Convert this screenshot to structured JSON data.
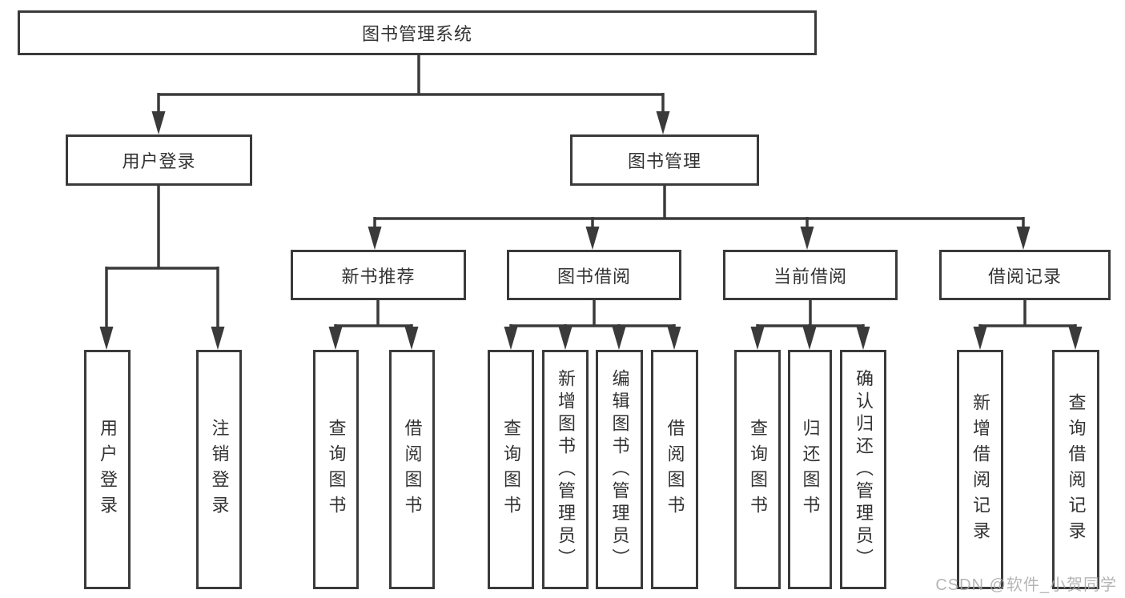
{
  "diagram": {
    "root": {
      "label": "图书管理系统"
    },
    "level2": [
      {
        "id": "user-login",
        "label": "用户登录"
      },
      {
        "id": "book-management",
        "label": "图书管理"
      }
    ],
    "level3": [
      {
        "id": "new-book-recommend",
        "label": "新书推荐",
        "parent": "图书管理"
      },
      {
        "id": "book-borrowing",
        "label": "图书借阅",
        "parent": "图书管理"
      },
      {
        "id": "current-borrowing",
        "label": "当前借阅",
        "parent": "图书管理"
      },
      {
        "id": "borrowing-records",
        "label": "借阅记录",
        "parent": "图书管理"
      }
    ],
    "leaves": [
      {
        "parent": "用户登录",
        "label": "用户登录"
      },
      {
        "parent": "用户登录",
        "label": "注销登录"
      },
      {
        "parent": "新书推荐",
        "label": "查询图书"
      },
      {
        "parent": "新书推荐",
        "label": "借阅图书"
      },
      {
        "parent": "图书借阅",
        "label": "查询图书"
      },
      {
        "parent": "图书借阅",
        "label": "新增图书（管理员）"
      },
      {
        "parent": "图书借阅",
        "label": "编辑图书（管理员）"
      },
      {
        "parent": "图书借阅",
        "label": "借阅图书"
      },
      {
        "parent": "当前借阅",
        "label": "查询图书"
      },
      {
        "parent": "当前借阅",
        "label": "归还图书"
      },
      {
        "parent": "当前借阅",
        "label": "确认归还（管理员）"
      },
      {
        "parent": "借阅记录",
        "label": "新增借阅记录"
      },
      {
        "parent": "借阅记录",
        "label": "查询借阅记录"
      }
    ],
    "watermark": "CSDN @软件_小贺同学",
    "colors": {
      "line": "#3a3a3a",
      "text": "#333333",
      "background": "#ffffff",
      "watermark": "#a8a8a8"
    }
  }
}
